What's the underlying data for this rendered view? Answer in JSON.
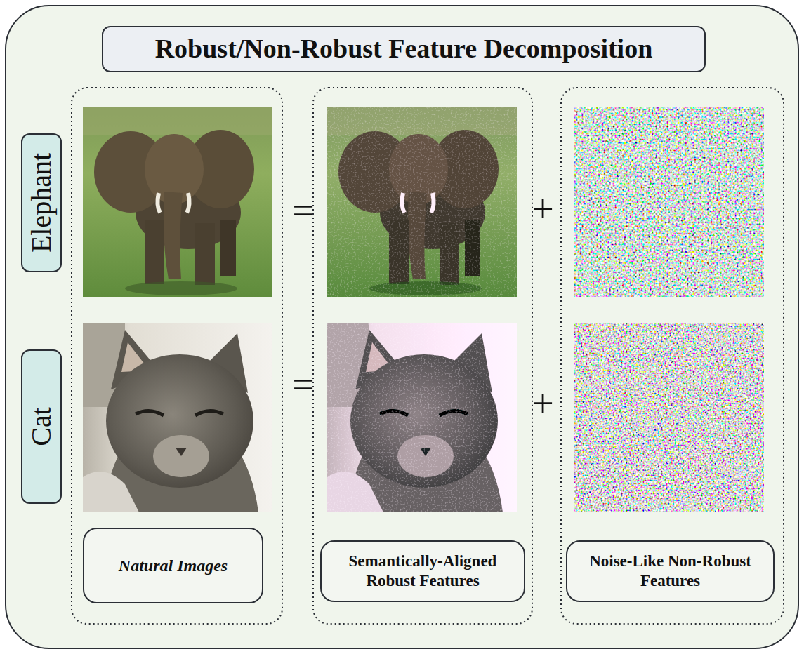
{
  "diagram": {
    "nodes": [
      {
        "text": [
          "Robust/Non-Robust Feature Decomposition"
        ]
      },
      {
        "text": [
          "Elephant"
        ]
      },
      {
        "text": [
          "Cat"
        ]
      },
      {
        "text": [
          "Natural Images"
        ]
      },
      {
        "text": [
          "Semantically-Aligned Robust Features"
        ]
      },
      {
        "text": [
          "Noise-Like Non-Robust Features"
        ]
      }
    ],
    "labels": [
      "=",
      "+",
      "=",
      "+"
    ]
  }
}
